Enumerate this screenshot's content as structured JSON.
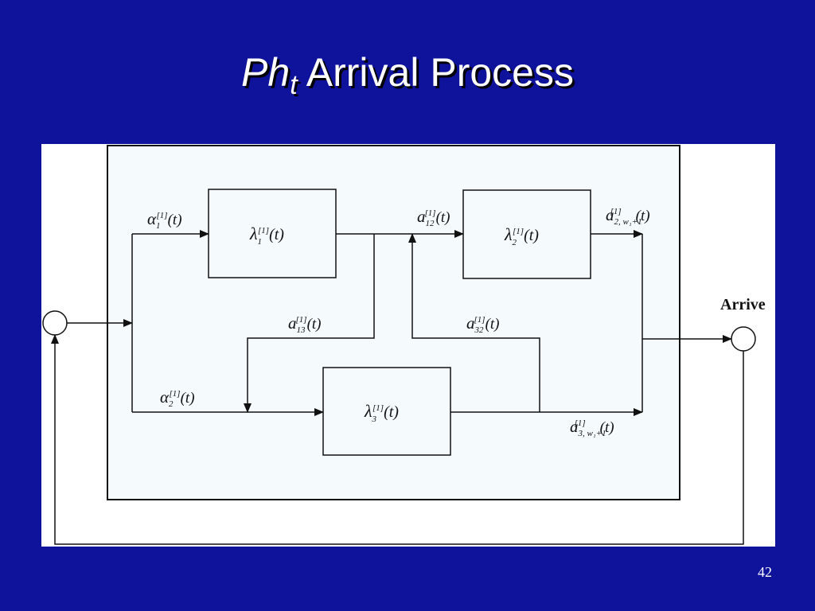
{
  "slide": {
    "title_italic": "Ph",
    "title_subscript": "t",
    "title_rest": " Arrival Process",
    "page_number": "42"
  },
  "diagram": {
    "nodes": {
      "phase1": {
        "symbol": "λ",
        "sub": "1",
        "sup": "[1]",
        "arg": "(t)"
      },
      "phase2": {
        "symbol": "λ",
        "sub": "2",
        "sup": "[1]",
        "arg": "(t)"
      },
      "phase3": {
        "symbol": "λ",
        "sub": "3",
        "sup": "[1]",
        "arg": "(t)"
      }
    },
    "edge_labels": {
      "alpha1": {
        "symbol": "α",
        "sub": "1",
        "sup": "[1]",
        "arg": "(t)"
      },
      "alpha2": {
        "symbol": "α",
        "sub": "2",
        "sup": "[1]",
        "arg": "(t)"
      },
      "a12": {
        "symbol": "a",
        "sub": "12",
        "sup": "[1]",
        "arg": "(t)"
      },
      "a13": {
        "symbol": "a",
        "sub": "13",
        "sup": "[1]",
        "arg": "(t)"
      },
      "a32": {
        "symbol": "a",
        "sub": "32",
        "sup": "[1]",
        "arg": "(t)"
      },
      "a2exit": {
        "symbol": "a",
        "sub": "2, w₁+1",
        "sup": "[1]",
        "arg": "(t)"
      },
      "a3exit": {
        "symbol": "a",
        "sub": "3, w₁+1",
        "sup": "[1]",
        "arg": "(t)"
      }
    },
    "arrive_label": "Arrive"
  }
}
